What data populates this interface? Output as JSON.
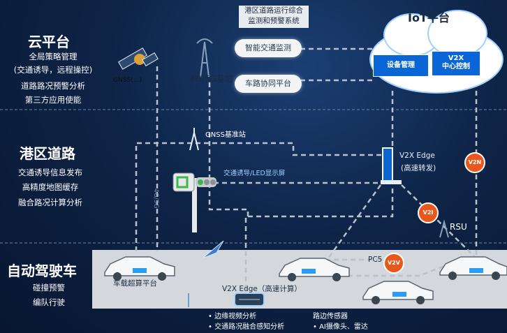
{
  "cloud": {
    "title": "云平台",
    "items": [
      "全局策略管理",
      "(交通诱导，远程操控)",
      "道路路况预警分析",
      "第三方应用使能"
    ]
  },
  "port": {
    "title": "港区道路",
    "items": [
      "交通诱导信息发布",
      "高精度地图缓存",
      "融合路况计算分析"
    ]
  },
  "vehicle": {
    "title": "自动驾驶车",
    "items": [
      "碰撞预警",
      "编队行驶"
    ]
  },
  "top_box": {
    "line1": "港区道路运行综合",
    "line2": "监测和预警系统"
  },
  "bubbles": {
    "traffic": "智能交通监测",
    "v2r": "车路协同平台"
  },
  "iot": {
    "title": "IoT平台",
    "device_mgmt": "设备管理",
    "v2x_line1": "V2X",
    "v2x_line2": "中心控制"
  },
  "labels": {
    "gnss": "GNSS(…)",
    "tower": "4G/5G基站",
    "gnss_base": "GNSS基准站",
    "edge_fwd_line1": "V2X Edge",
    "edge_fwd_line2": "(高速转发)",
    "display": "交通诱导/LED显示屏",
    "rsu": "RSU",
    "pc5": "PC5",
    "car_computer": "车载超算平台",
    "edge_calc": "V2X  Edge（高速计算）",
    "edge_bullets": [
      "边缘视频分析",
      "交通路况融合感知分析"
    ],
    "sensor_title": "路边传感器",
    "sensor_bullets": [
      "AI摄像头、雷达"
    ],
    "side_vertical": "4G/5G"
  },
  "badges": {
    "v2n": "V2N",
    "v2i": "V2I",
    "v2v": "V2V"
  },
  "colors": {
    "background": "#0b1d3a",
    "accent": "#0a66d6",
    "badge": "#e8581c",
    "road": "#d4d8dd"
  }
}
